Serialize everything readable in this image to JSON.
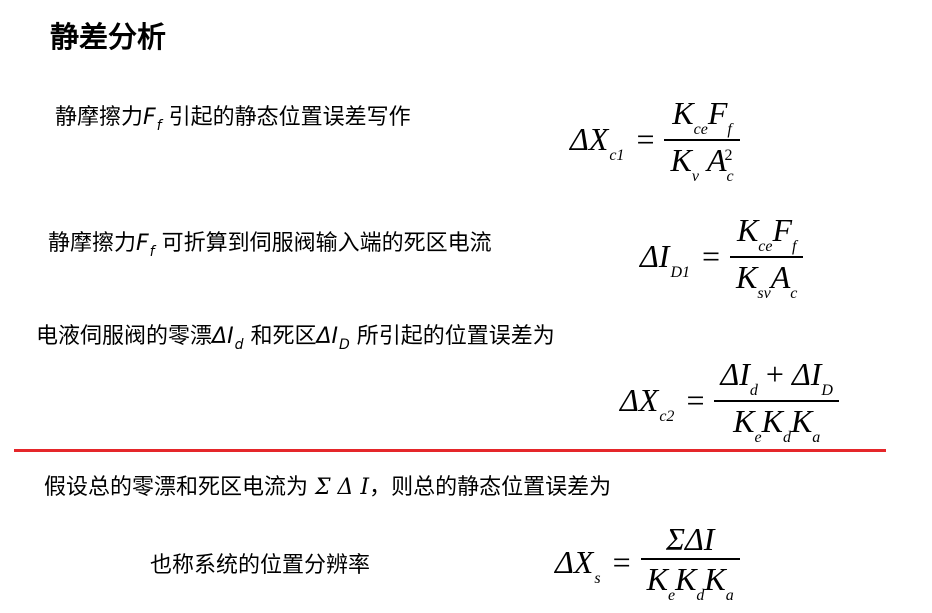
{
  "title": "静差分析",
  "lines": {
    "l1_prefix": "静摩擦力",
    "l1_var": "F",
    "l1_var_sub": "f",
    "l1_suffix": " 引起的静态位置误差写作",
    "l2_prefix": "静摩擦力",
    "l2_var": "F",
    "l2_var_sub": "f",
    "l2_suffix": " 可折算到伺服阀输入端的死区电流",
    "l3_prefix": "电液伺服阀的零漂",
    "l3_var1": "ΔI",
    "l3_var1_sub": "d",
    "l3_mid": " 和死区",
    "l3_var2": "ΔI",
    "l3_var2_sub": "D",
    "l3_suffix": " 所引起的位置误差为",
    "l4_prefix": "假设总的零漂和死区电流为 ",
    "l4_symbol": "Σ Δ I",
    "l4_suffix": "，则总的静态位置误差为",
    "l5": "也称系统的位置分辨率"
  },
  "formulas": {
    "f1": {
      "lhs": "ΔX",
      "lhs_sub": "c1",
      "num": "K",
      "num_sub": "ce",
      "num2": "F",
      "num2_sub": "f",
      "den": "K",
      "den_sub": "v",
      "den2": "A",
      "den2_sub": "c",
      "den2_sup": "2"
    },
    "f2": {
      "lhs": "ΔI",
      "lhs_sub": "D1",
      "num": "K",
      "num_sub": "ce",
      "num2": "F",
      "num2_sub": "f",
      "den": "K",
      "den_sub": "sv",
      "den2": "A",
      "den2_sub": "c"
    },
    "f3": {
      "lhs": "ΔX",
      "lhs_sub": "c2",
      "num_a": "ΔI",
      "num_a_sub": "d",
      "num_plus": "+",
      "num_b": "ΔI",
      "num_b_sub": "D",
      "den_a": "K",
      "den_a_sub": "e",
      "den_b": "K",
      "den_b_sub": "d",
      "den_c": "K",
      "den_c_sub": "a"
    },
    "f4": {
      "lhs": "ΔX",
      "lhs_sub": "s",
      "num": "ΣΔI",
      "den_a": "K",
      "den_a_sub": "e",
      "den_b": "K",
      "den_b_sub": "d",
      "den_c": "K",
      "den_c_sub": "a"
    }
  },
  "colors": {
    "divider": "#e5262a"
  }
}
